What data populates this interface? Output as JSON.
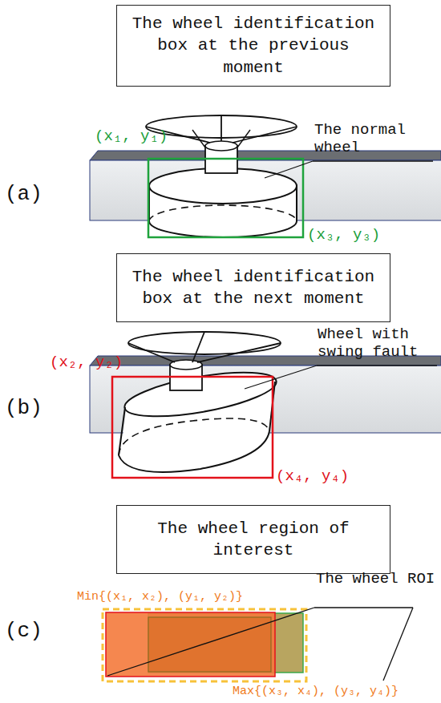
{
  "diagram": {
    "nodes": [
      {
        "text": [
          "The wheel identification box at the previous moment"
        ]
      },
      {
        "text": [
          "The wheel identification box at the next moment"
        ]
      },
      {
        "text": [
          "The wheel region of interest"
        ]
      }
    ],
    "labels": [
      "(a)",
      "(x₁, y₁)",
      "The normal wheel",
      "(x₃, y₃)",
      "(b)",
      "(x₂, y₂)",
      "Wheel with swing fault",
      "(x₄, y₄)",
      "(c)",
      "Min{(x₁, x₂), (y₁, y₂)}",
      "The wheel ROI",
      "Max{(x₃, x₄), (y₃, y₄)}"
    ]
  }
}
